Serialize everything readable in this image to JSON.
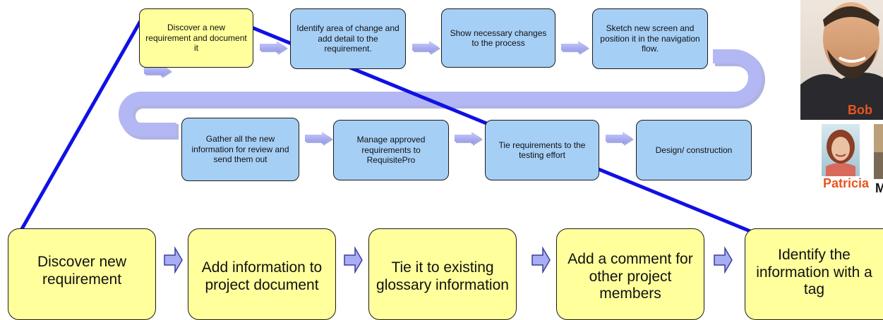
{
  "colors": {
    "connector": "#1010e6",
    "flow_arrow": "#a9aef4",
    "yellow_box": "#ffff9c",
    "blue_box": "#a6cff6",
    "name_orange": "#e8551e",
    "name_black": "#111111"
  },
  "top_row": [
    {
      "text": "Discover a new requirement and document it",
      "color": "yellow"
    },
    {
      "text": "Identify area of change and add detail to the requirement.",
      "color": "blue"
    },
    {
      "text": "Show necessary changes to the process",
      "color": "blue"
    },
    {
      "text": "Sketch new screen and position it in the navigation flow.",
      "color": "blue"
    }
  ],
  "middle_row": [
    {
      "text": "Gather all the new information for review and send them out",
      "color": "blue"
    },
    {
      "text": "Manage approved requirements to RequisitePro",
      "color": "blue"
    },
    {
      "text": "Tie requirements to the testing effort",
      "color": "blue"
    },
    {
      "text": "Design/ construction",
      "color": "blue"
    }
  ],
  "bottom_row": [
    {
      "text": "Discover new requirement"
    },
    {
      "text": "Add information to project document"
    },
    {
      "text": "Tie it to existing glossary information"
    },
    {
      "text": "Add a comment for other project members"
    },
    {
      "text": "Identify the information with a tag"
    }
  ],
  "people": {
    "bob": "Bob",
    "patricia": "Patricia",
    "third": "M"
  }
}
